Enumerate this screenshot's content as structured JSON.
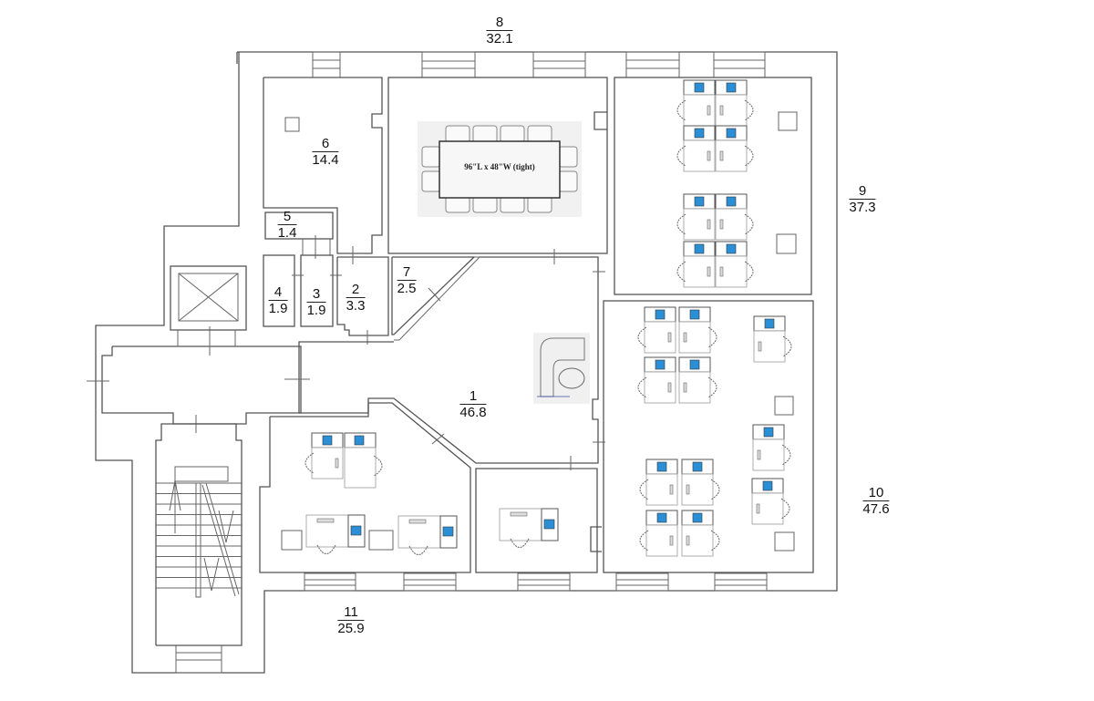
{
  "plan": {
    "rooms": [
      {
        "number": "1",
        "area": "46.8"
      },
      {
        "number": "2",
        "area": "3.3"
      },
      {
        "number": "3",
        "area": "1.9"
      },
      {
        "number": "4",
        "area": "1.9"
      },
      {
        "number": "5",
        "area": "1.4"
      },
      {
        "number": "6",
        "area": "14.4"
      },
      {
        "number": "7",
        "area": "2.5"
      },
      {
        "number": "8",
        "area": "32.1"
      },
      {
        "number": "9",
        "area": "37.3"
      },
      {
        "number": "10",
        "area": "47.6"
      },
      {
        "number": "11",
        "area": "25.9"
      }
    ],
    "conference_table_label": "96\"L x 48\"W (tight)",
    "monitor_color": "#2b8fd6",
    "wall_color": "#555555"
  }
}
